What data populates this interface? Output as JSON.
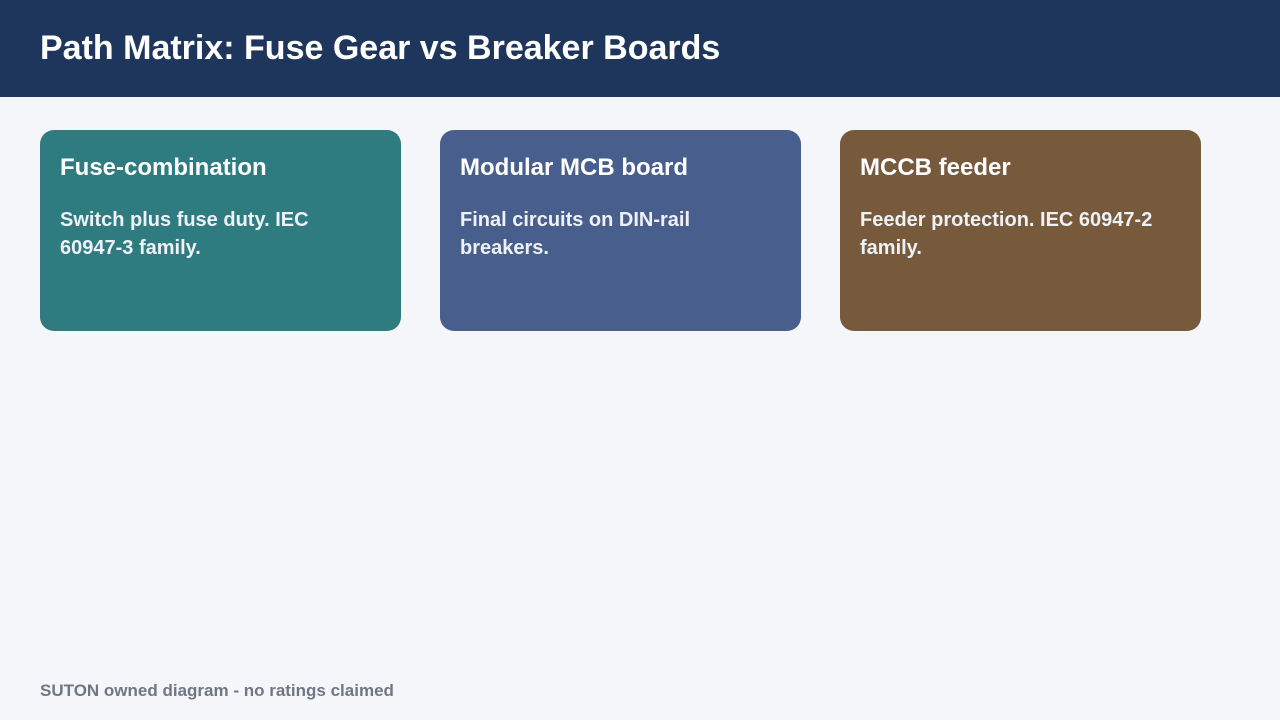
{
  "header": {
    "title": "Path Matrix: Fuse Gear vs Breaker Boards",
    "background": "#1f365c"
  },
  "cards": [
    {
      "title": "Fuse-combination",
      "body": "Switch plus fuse duty. IEC 60947-3 family.",
      "color": "#2f7c80"
    },
    {
      "title": "Modular MCB board",
      "body": "Final circuits on DIN-rail breakers.",
      "color": "#485f8d"
    },
    {
      "title": "MCCB feeder",
      "body": "Feeder protection. IEC 60947-2 family.",
      "color": "#775a3c"
    }
  ],
  "footer": {
    "note": "SUTON owned diagram - no ratings claimed"
  },
  "page": {
    "background": "#f4f6fa"
  }
}
